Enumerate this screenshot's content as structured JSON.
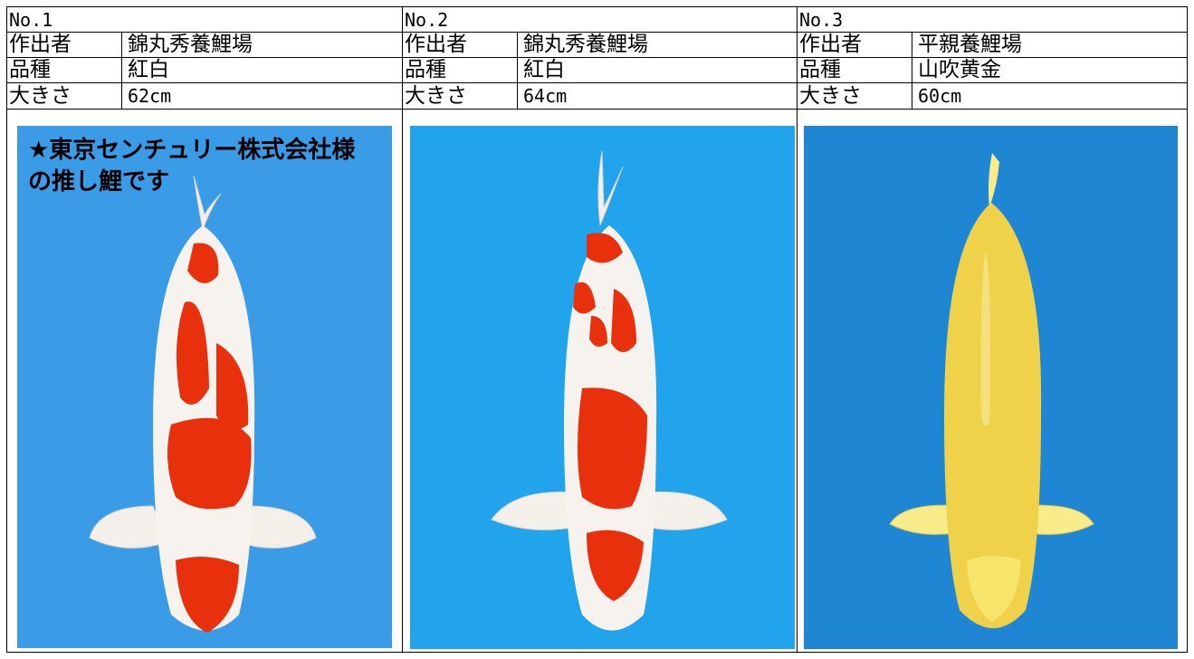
{
  "labels": {
    "breeder": "作出者",
    "variety": "品種",
    "size": "大きさ"
  },
  "entries": [
    {
      "no": "No.1",
      "breeder": "錦丸秀養鯉場",
      "variety": "紅白",
      "size": "62cm",
      "photo": {
        "alt": "紅白 koi top view",
        "background": "#3a9be6",
        "caption_line1": "★東京センチュリー株式会社様",
        "caption_line2": "の推し鯉です"
      }
    },
    {
      "no": "No.2",
      "breeder": "錦丸秀養鯉場",
      "variety": "紅白",
      "size": "64cm",
      "photo": {
        "alt": "紅白 koi top view",
        "background": "#21a4ec"
      }
    },
    {
      "no": "No.3",
      "breeder": "平親養鯉場",
      "variety": "山吹黄金",
      "size": "60cm",
      "photo": {
        "alt": "山吹黄金 koi top view",
        "background": "#1f86d4"
      }
    }
  ],
  "colors": {
    "kohaku_red": "#e8300c",
    "kohaku_white": "#f6f2ee",
    "yamabuki": "#f0d24a"
  }
}
